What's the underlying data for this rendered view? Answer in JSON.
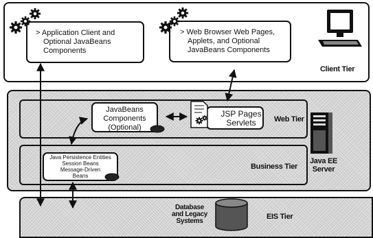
{
  "client_tier": {
    "label": "Client Tier",
    "app_client": {
      "line1": "> Application Client and",
      "line2": "Optional JavaBeans",
      "line3": "Components"
    },
    "web_browser": {
      "line1": "> Web Browser Web Pages,",
      "line2": "Applets, and Optional",
      "line3": "JavaBeans Components"
    }
  },
  "web_tier": {
    "label": "Web Tier",
    "javabeans": {
      "line1": "JavaBeans",
      "line2": "Components",
      "line3": "(Optional)"
    },
    "jsp": {
      "line1": "JSP Pages",
      "line2": "Servlets"
    }
  },
  "business_tier": {
    "label": "Business Tier",
    "ejb": {
      "line1": "Java Persistence Entities",
      "line2": "Session Beans",
      "line3": "Message-Driven",
      "line4": "Beans"
    }
  },
  "server": {
    "line1": "Java EE",
    "line2": "Server"
  },
  "eis_tier": {
    "label": "EIS Tier",
    "database": {
      "line1": "Database",
      "line2": "and Legacy",
      "line3": "Systems"
    }
  },
  "icons": [
    "gear-icon",
    "monitor-icon",
    "server-icon",
    "database-icon",
    "mouse-icon",
    "document-icon"
  ]
}
